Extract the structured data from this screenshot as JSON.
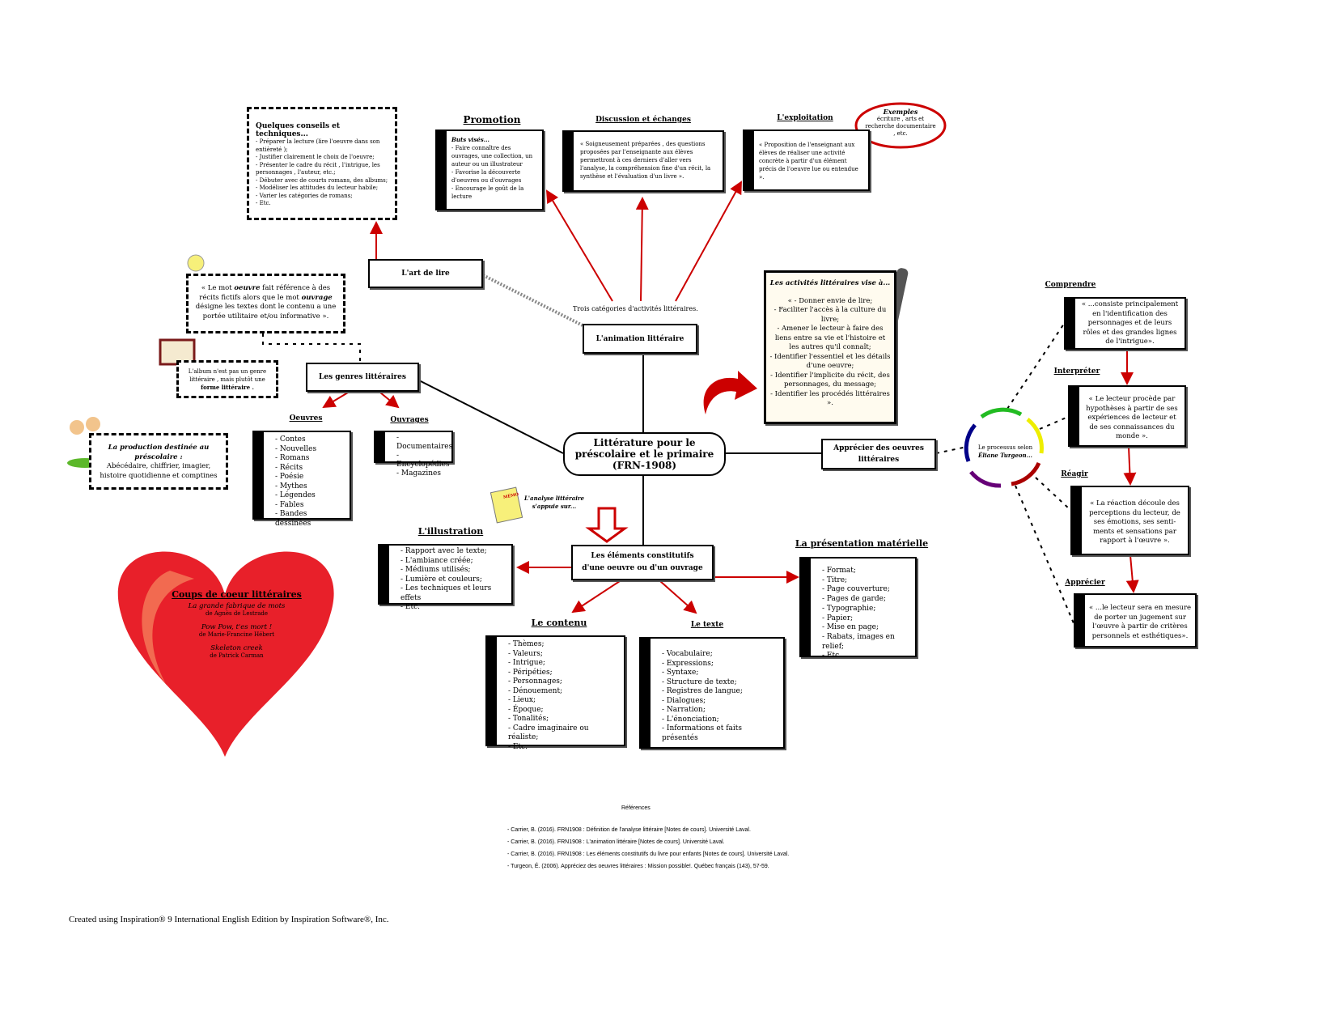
{
  "central": {
    "line1": "Littérature pour le",
    "line2": "préscolaire et le primaire",
    "line3": "(FRN-1908)"
  },
  "conseils": {
    "title": "Quelques conseils et techniques...",
    "items": [
      "- Préparer la lecture (lire l'oeuvre dans son entièreté );",
      "- Justifier clairement le choix de l'oeuvre;",
      "- Présenter le cadre du récit , l'intrigue, les personnages , l'auteur, etc.;",
      "- Débuter avec de courts romans, des albums;",
      "- Modéliser les attitudes du lecteur habile;",
      "- Varier les catégories de romans;",
      "- Etc."
    ]
  },
  "art_de_lire": "L'art de lire",
  "animation": "L'animation littéraire",
  "trois_categories": "Trois catégories d'activités littéraires.",
  "promotion": {
    "title": "Promotion",
    "subtitle": "Buts visés...",
    "items": [
      "- Faire connaître des ouvrages, une collection, un auteur ou un illustrateur",
      "- Favorise la découverte d'oeuvres ou d'ouvrages",
      "- Encourage le goût de la lecture"
    ]
  },
  "discussion": {
    "title": "Discussion et échanges",
    "text": "« Soigneusement préparées , des questions proposées par l'enseignante aux élèves permettront à ces derniers d'aller vers l'analyse, la compréhension fine d'un récit, la synthèse et l'évaluation d'un livre »."
  },
  "exploitation": {
    "title": "L'exploitation",
    "text": "« Proposition de l'enseignant aux élèves de réaliser une activité concrète à partir d'un élément précis de l'oeuvre lue ou entendue »."
  },
  "exemples": {
    "title": "Exemples",
    "text": "écriture , arts et recherche documentaire , etc."
  },
  "oeuvre_note": {
    "pre": "« Le mot ",
    "w1": "oeuvre",
    "mid": " fait référence à des récits fictifs alors que le mot ",
    "w2": "ouvrage",
    "post": " désigne les textes dont le contenu a une portée utilitaire et/ou informative »."
  },
  "album_note": {
    "text": "L'album n'est pas un genre littéraire , mais plutôt une",
    "bold": "forme littéraire ."
  },
  "genres": "Les genres littéraires",
  "oeuvres": {
    "title": "Oeuvres",
    "items": [
      "- Contes",
      "- Nouvelles",
      "- Romans",
      "- Récits",
      "- Poésie",
      "- Mythes",
      "- Légendes",
      "- Fables",
      "- Bandes dessinées"
    ]
  },
  "ouvrages": {
    "title": "Ouvrages",
    "items": [
      "- Documentaires",
      "- Encyclopédies",
      "- Magazines"
    ]
  },
  "production": {
    "title": "La production destinée au préscolaire :",
    "text": "Abécédaire, chiffrier, imagier, histoire quotidienne et comptines"
  },
  "activites": {
    "title": "Les activités littéraires vise à...",
    "items": [
      "« - Donner envie de lire;",
      "- Faciliter l'accès à la culture du livre;",
      "- Amener le lecteur à faire des liens entre sa vie et l'histoire et les autres qu'il connaît;",
      "- Identifier l'essentiel et les détails d'une oeuvre;",
      "- Identifier l'implicite du récit, des personnages, du message;",
      "- Identifier les procédés littéraires »."
    ]
  },
  "apprecier_oeuvres": "Apprécier des oeuvres littéraires",
  "processus": {
    "line1": "Le processus selon",
    "line2": "Éliane Turgeon..."
  },
  "comprendre": {
    "title": "Comprendre",
    "text": "« ...consiste principalement en l'identification des personnages et de leurs rôles et des grandes lignes de l'intrigue»."
  },
  "interpreter": {
    "title": "Interpréter",
    "text": "« Le lecteur procède par hypothèses à partir de ses expériences de lecteur et de ses connaissances du monde »."
  },
  "reagir": {
    "title": "Réagir",
    "text": "« La réaction découle des perceptions du lecteur, de ses émotions, ses senti- ments et sensations par rapport à l'œuvre »."
  },
  "apprecier": {
    "title": "Apprécier",
    "text": "« ...le lecteur sera en mesure de porter un jugement sur l'œuvre à partir de critères personnels et esthétiques»."
  },
  "memo": {
    "label": "MÉMO",
    "text": "L'analyse littéraire s'appuie sur..."
  },
  "elements": {
    "line1": "Les éléments constitutifs",
    "line2": "d'une oeuvre ou d'un ouvrage"
  },
  "illustration": {
    "title": "L'illustration",
    "items": [
      "- Rapport avec le texte;",
      "- L'ambiance créée;",
      "- Médiums utilisés;",
      "- Lumière et couleurs;",
      "- Les techniques et leurs effets",
      "- Etc."
    ]
  },
  "contenu": {
    "title": "Le contenu",
    "items": [
      "- Thèmes;",
      "- Valeurs;",
      "- Intrigue;",
      "- Péripéties;",
      "- Personnages;",
      "- Dénouement;",
      "- Lieux;",
      "- Époque;",
      "- Tonalités;",
      "- Cadre imaginaire ou réaliste;",
      "- Etc."
    ]
  },
  "texte": {
    "title": "Le texte",
    "items": [
      "- Vocabulaire;",
      "- Expressions;",
      "- Syntaxe;",
      "- Structure de texte;",
      "- Registres de langue;",
      "- Dialogues;",
      "- Narration;",
      "- L'énonciation;",
      "- Informations et faits présentés"
    ]
  },
  "presentation": {
    "title": "La présentation matérielle",
    "items": [
      "- Format;",
      "- Titre;",
      "- Page couverture;",
      "- Pages de garde;",
      "- Typographie;",
      "- Papier;",
      "- Mise en page;",
      "- Rabats, images en relief;",
      "- Etc."
    ]
  },
  "coups": {
    "title": "Coups de coeur littéraires",
    "books": [
      {
        "t": "La grande fabrique de mots",
        "a": "de Agnès de Lestrade"
      },
      {
        "t": "Pow Pow, t'es mort !",
        "a": "de Marie-Francine Hébert"
      },
      {
        "t": "Skeleton creek",
        "a": "de Patrick Carman"
      }
    ]
  },
  "references": {
    "title": "Références",
    "items": [
      "- Carrier, B. (2016). FRN1908 : Définition de l'analyse littéraire [Notes de cours]. Université Laval.",
      "- Carrier, B. (2016). FRN1908 : L'animation littéraire [Notes de cours]. Université Laval.",
      "- Carrier, B. (2016). FRN1908 : Les éléments constitutifs du livre pour enfants [Notes de cours]. Université Laval.",
      "- Turgeon, É. (2006). Appréciez des oeuvres littéraires : Mission possible!. Québec français (143), 57-59."
    ]
  },
  "footer": "Created using Inspiration® 9 International English Edition by Inspiration Software®, Inc.",
  "colors": {
    "arrow": "#cc0000",
    "heart": "#e8202a",
    "note_bg": "#fffbef"
  }
}
